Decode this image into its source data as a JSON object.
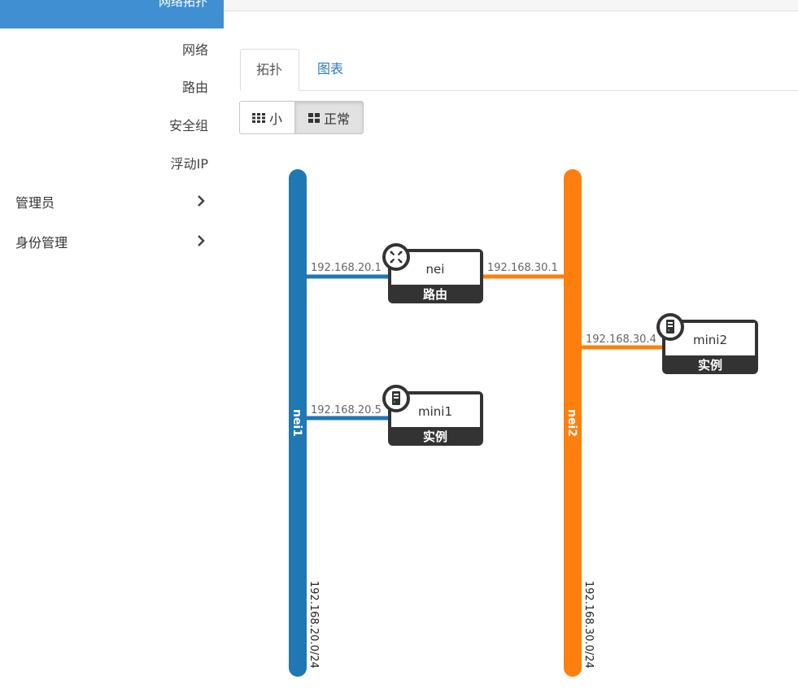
{
  "sidebar": {
    "active_label": "网络拓扑",
    "sub_items": [
      "网络",
      "路由",
      "安全组",
      "浮动IP"
    ],
    "sections": [
      "管理员",
      "身份管理"
    ]
  },
  "tabs": {
    "topology": "拓扑",
    "charts": "图表"
  },
  "view_toggle": {
    "small": "小",
    "normal": "正常"
  },
  "topology": {
    "networks": [
      {
        "name": "nei1",
        "cidr": "192.168.20.0/24",
        "color": "#1f77b4"
      },
      {
        "name": "nei2",
        "cidr": "192.168.30.0/24",
        "color": "#ff7f0e"
      }
    ],
    "router": {
      "name": "nei",
      "type": "路由"
    },
    "instances": [
      {
        "name": "mini1",
        "type": "实例"
      },
      {
        "name": "mini2",
        "type": "实例"
      }
    ],
    "ports": {
      "router_nei1": "192.168.20.1",
      "router_nei2": "192.168.30.1",
      "mini1_nei1": "192.168.20.5",
      "mini2_nei2": "192.168.30.4"
    }
  }
}
